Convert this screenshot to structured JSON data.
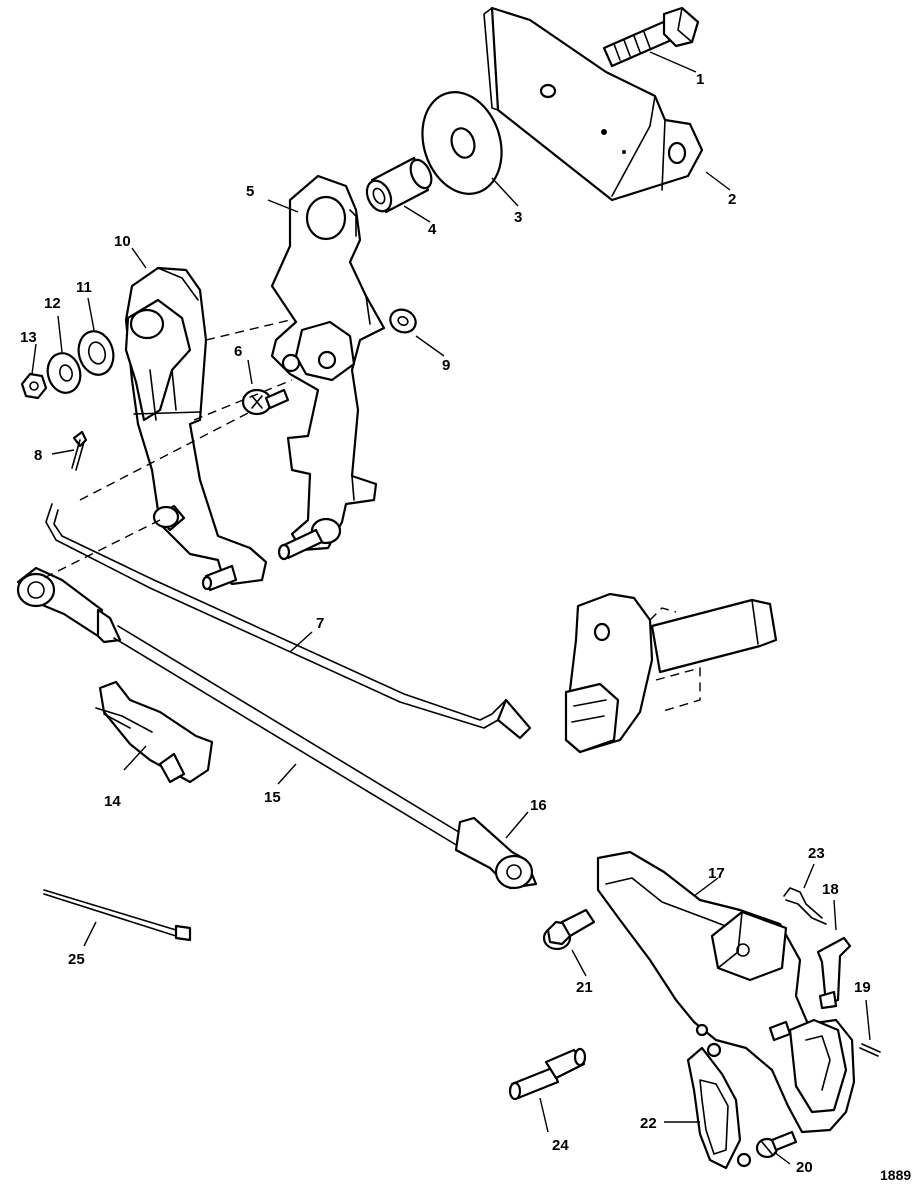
{
  "callouts": [
    "1",
    "2",
    "3",
    "4",
    "5",
    "6",
    "7",
    "8",
    "9",
    "10",
    "11",
    "12",
    "13",
    "14",
    "15",
    "16",
    "17",
    "18",
    "19",
    "20",
    "21",
    "22",
    "23",
    "24",
    "25"
  ],
  "figure_number": "1889"
}
